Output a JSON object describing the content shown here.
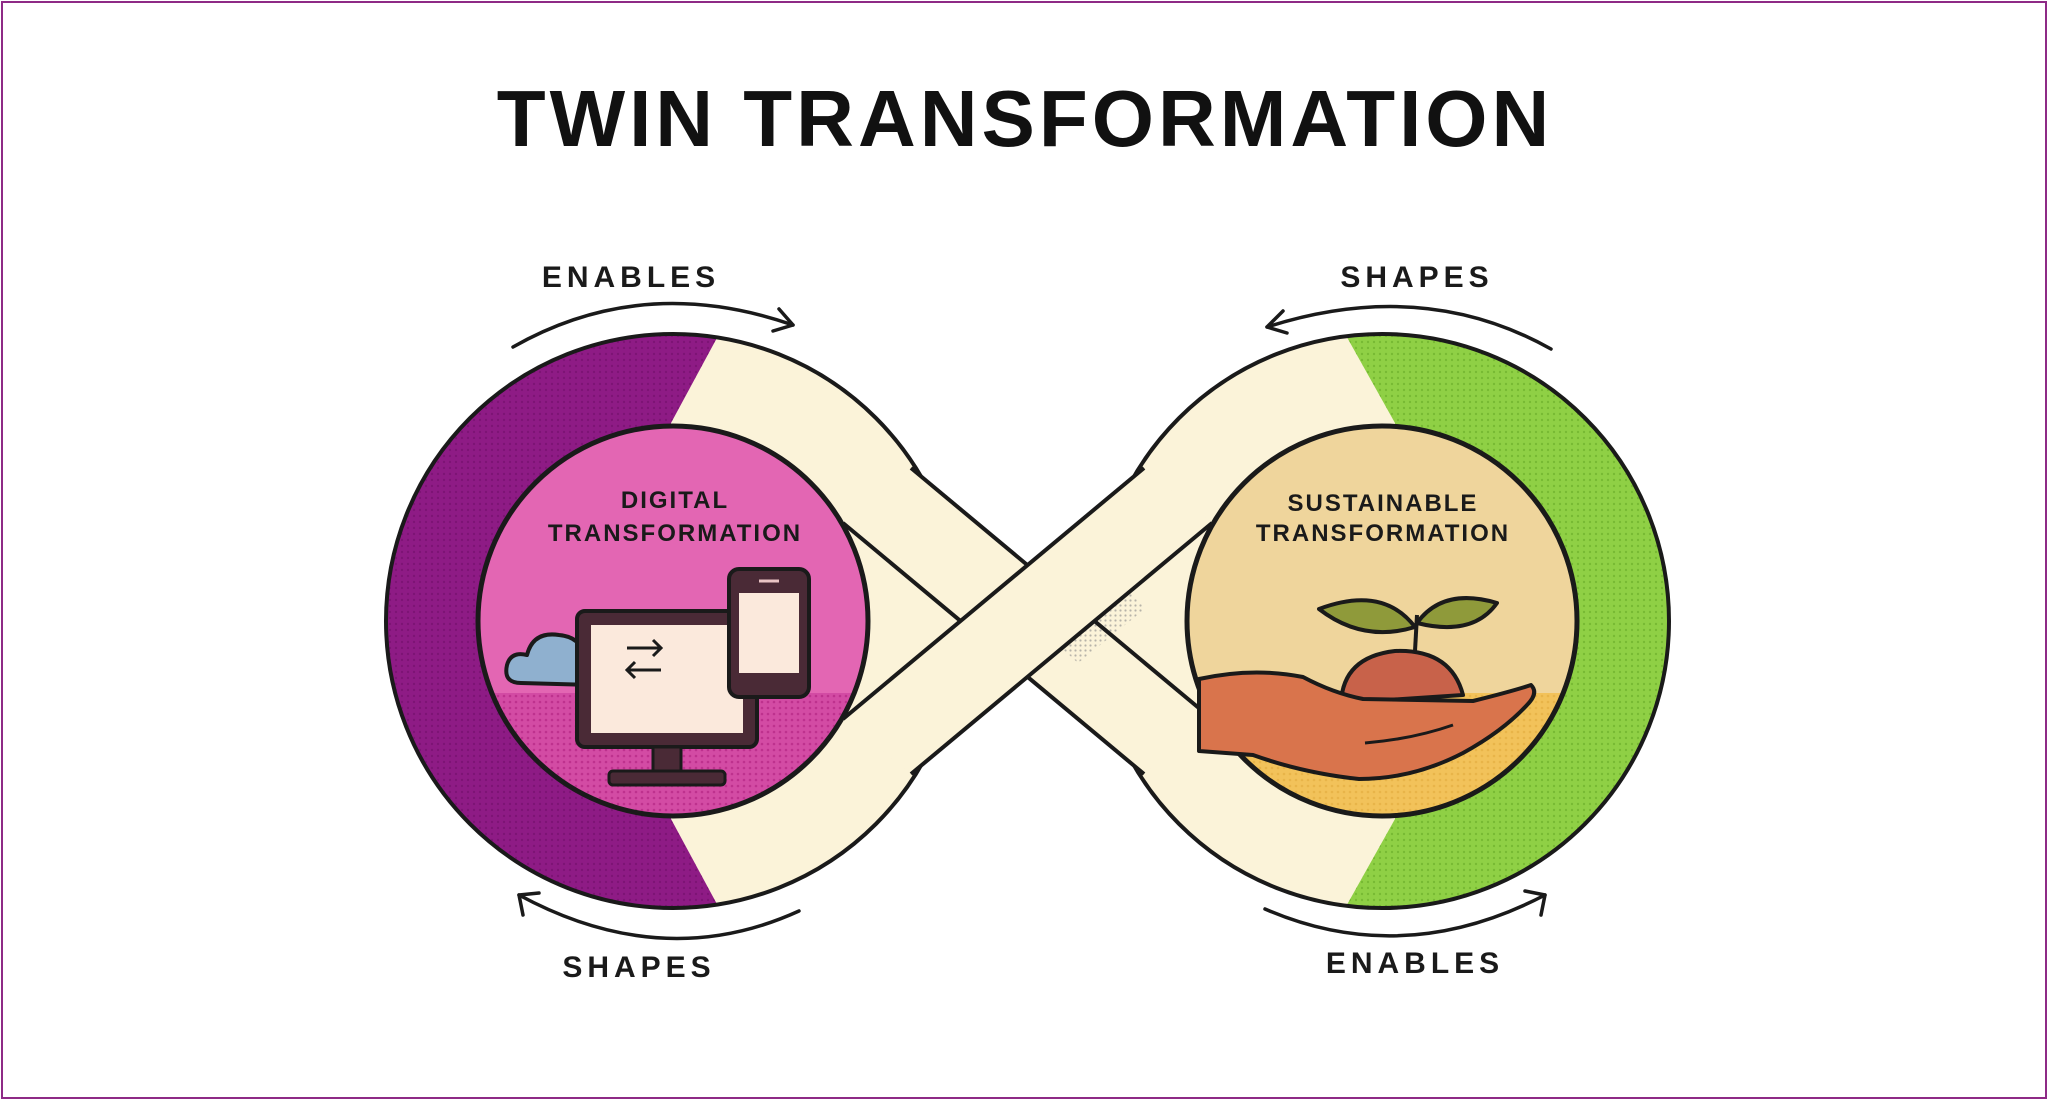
{
  "title": "TWIN TRANSFORMATION",
  "nodes": {
    "digital": {
      "line1": "DIGITAL",
      "line2": "TRANSFORMATION",
      "ring_color": "#8e1b85",
      "fill_color": "#e366b3",
      "icons": [
        "cloud-icon",
        "sync-arrows-icon",
        "monitor-icon",
        "smartphone-icon"
      ]
    },
    "sustainable": {
      "line1": "SUSTAINABLE",
      "line2": "TRANSFORMATION",
      "ring_color": "#8fd045",
      "fill_color": "#efd59c",
      "icons": [
        "sprout-icon",
        "hand-icon"
      ]
    }
  },
  "arrows": {
    "top_left": "ENABLES",
    "top_right": "SHAPES",
    "bottom_left": "SHAPES",
    "bottom_right": "ENABLES"
  },
  "colors": {
    "band": "#fbf3d9",
    "outline": "#1a1a1a",
    "frame": "#8e2a86"
  }
}
